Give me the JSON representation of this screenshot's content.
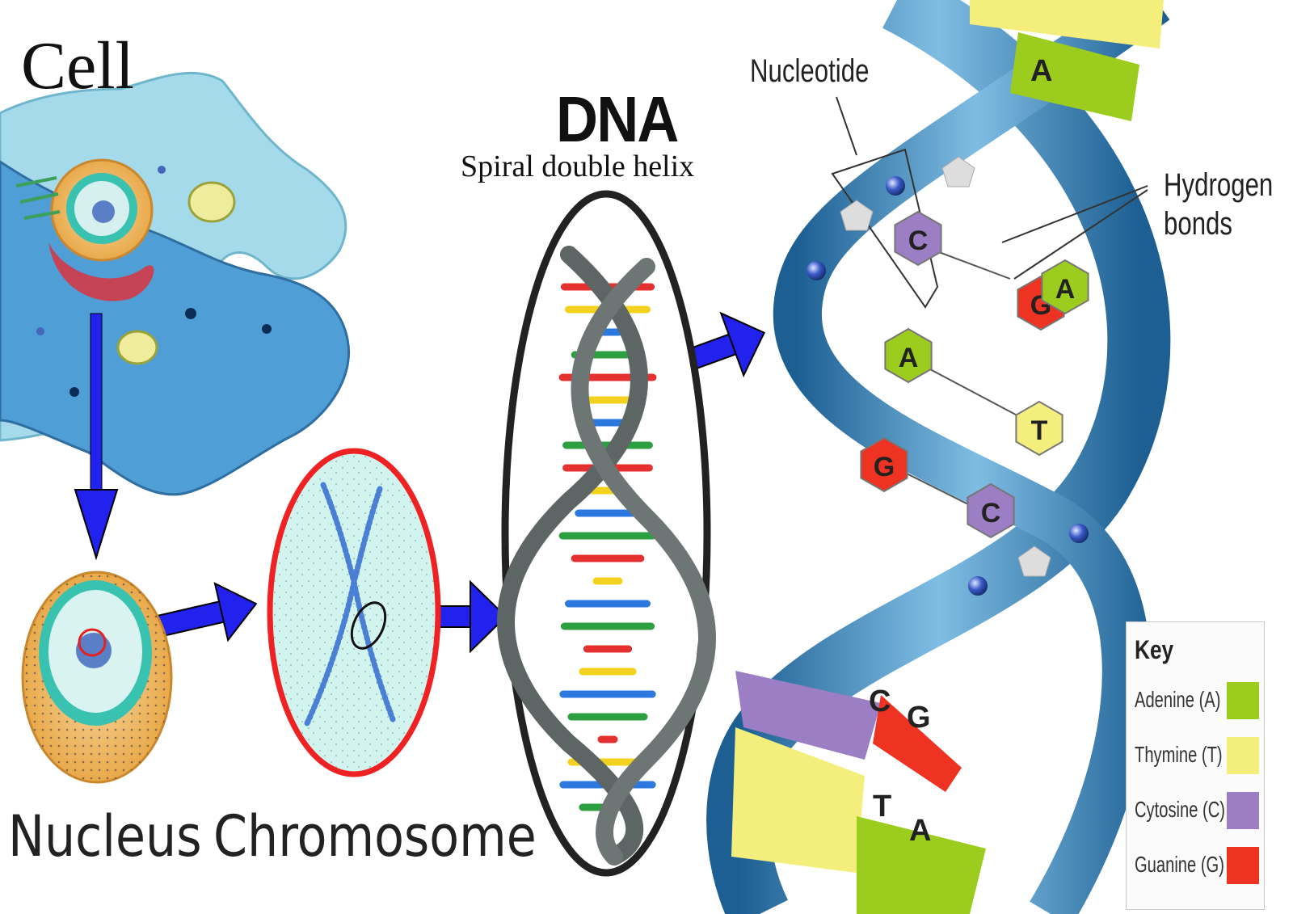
{
  "labels": {
    "cell": "Cell",
    "dna": "DNA",
    "dna_subtitle": "Spiral double helix",
    "nucleus": "Nucleus",
    "chromosome": "Chromosome",
    "nucleotide": "Nucleotide",
    "hydrogen_bonds": "Hydrogen\nbonds"
  },
  "helix_bases": [
    "C",
    "G",
    "A",
    "T",
    "G",
    "C",
    "A"
  ],
  "helix_bottom_bases": [
    "C",
    "G",
    "T",
    "A"
  ],
  "key": {
    "title": "Key",
    "items": [
      {
        "label": "Adenine (A)",
        "color": "#9ccd1e"
      },
      {
        "label": "Thymine (T)",
        "color": "#f4ef7d"
      },
      {
        "label": "Cytosine (C)",
        "color": "#9b7ec4"
      },
      {
        "label": "Guanine (G)",
        "color": "#ee3322"
      }
    ]
  },
  "colors": {
    "arrow": "#2222ee",
    "chromosome_ring": "#ee2222",
    "cell_body": "#5ab0d8",
    "helix_strand": "#3a84b8"
  }
}
